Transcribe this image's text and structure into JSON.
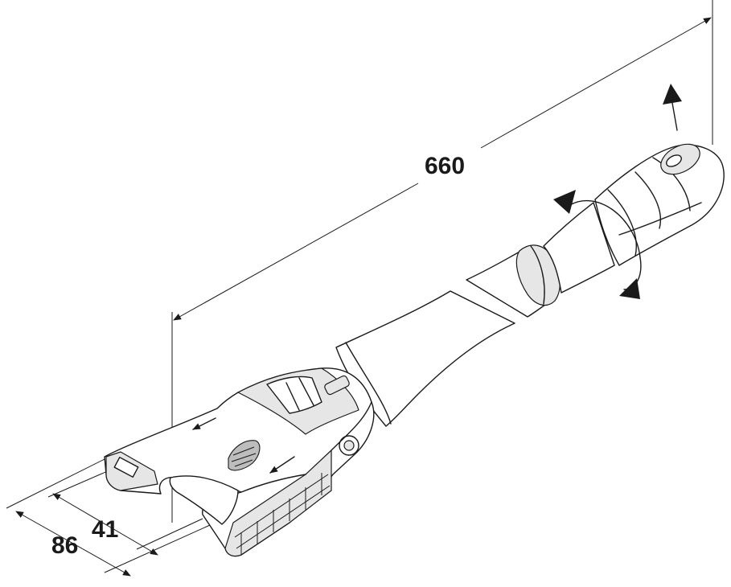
{
  "dimensions": {
    "length": "660",
    "outer_width": "86",
    "inner_width": "41"
  },
  "colors": {
    "line": "#1a1a1a",
    "background": "#ffffff",
    "shade": "#e6e6e6"
  },
  "icons": [
    "rotate-arrow-icon",
    "lift-arrow-icon",
    "release-arrow-icon"
  ]
}
